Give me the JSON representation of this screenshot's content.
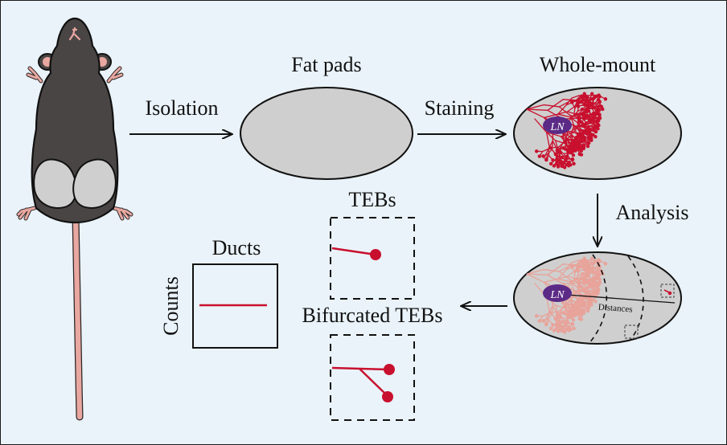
{
  "labels": {
    "isolation": "Isolation",
    "fat_pads": "Fat pads",
    "staining": "Staining",
    "whole_mount": "Whole-mount",
    "analysis": "Analysis",
    "ln": "LN",
    "ln2": "LN",
    "distances": "Distances",
    "tebs": "TEBs",
    "bifurcated_tebs": "Bifurcated TEBs",
    "ducts": "Ducts",
    "counts": "Counts"
  },
  "colors": {
    "background": "#eaf3f9",
    "mouse_body": "#4a4545",
    "mouse_pink": "#e8a7a0",
    "fat_pad_gray": "#cfcfcf",
    "duct_red": "#c8102e",
    "duct_faded": "#e8a39a",
    "lymph_node": "#5b2a86"
  }
}
